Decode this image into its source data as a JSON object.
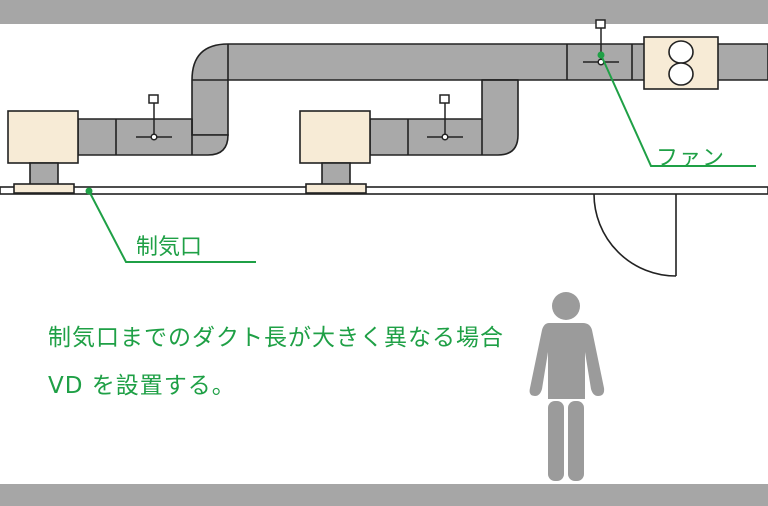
{
  "labels": {
    "fan": "ファン",
    "outlet": "制気口",
    "description_line1": "制気口までのダクト長が大きく異なる場合",
    "description_line2": "VD を設置する。"
  },
  "colors": {
    "duct": "#a9a9a9",
    "duct_outline": "#222222",
    "box": "#f7ebd6",
    "slab": "#a6a6a6",
    "callout": "#1fa046",
    "person": "#9b9b9b"
  },
  "icons": [
    "damper-icon",
    "fan-icon",
    "person-icon"
  ]
}
